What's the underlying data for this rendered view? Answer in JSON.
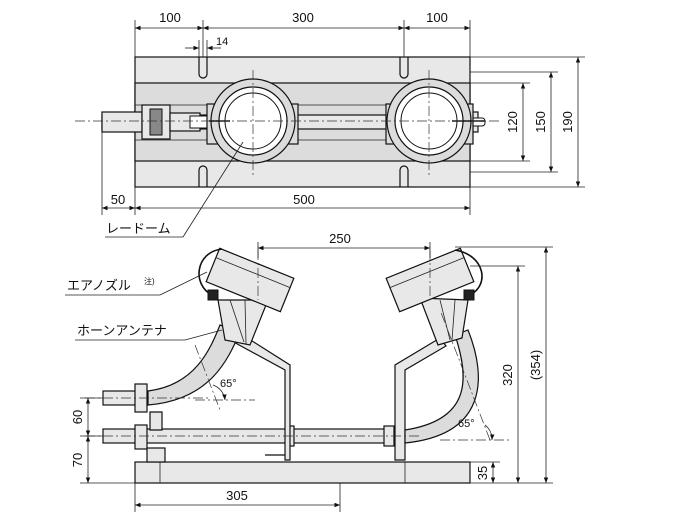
{
  "dimensions": {
    "top_left_width": "100",
    "top_center_width": "300",
    "top_right_width": "100",
    "slot_width": "14",
    "radome_height": "120",
    "inner_height": "150",
    "total_height": "190",
    "offset_left": "50",
    "total_width": "500",
    "horn_spacing": "250",
    "horn_height": "320",
    "overall_height": "(354)",
    "base_height": "35",
    "pipe_upper": "60",
    "pipe_lower": "70",
    "base_offset": "305",
    "angle_left": "65°",
    "angle_right": "65°"
  },
  "labels": {
    "radome": "レードーム",
    "air_nozzle": "エアノズル",
    "air_nozzle_note": "注)",
    "horn_antenna": "ホーンアンテナ"
  }
}
